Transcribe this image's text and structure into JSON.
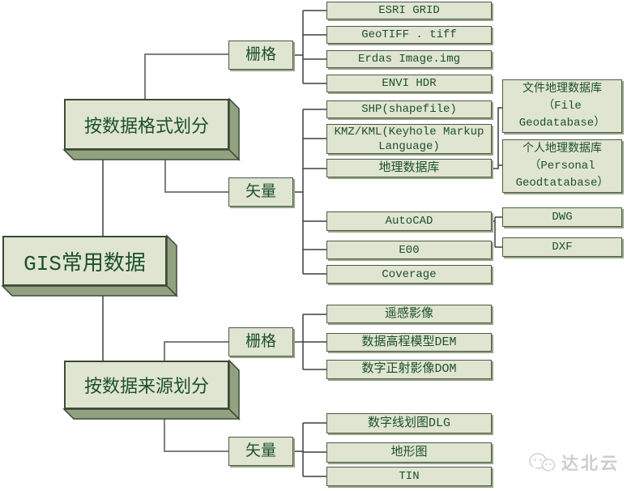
{
  "root": {
    "label": "GIS常用数据"
  },
  "format_branch": {
    "label": "按数据格式划分",
    "raster": {
      "label": "栅格",
      "leaves": [
        "ESRI GRID",
        "GeoTIFF . tiff",
        "Erdas Image.img",
        "ENVI HDR"
      ]
    },
    "vector": {
      "label": "矢量",
      "leaves": [
        "SHP(shapefile)",
        "KMZ/KML(Keyhole Markup Language)",
        "地理数据库",
        "AutoCAD",
        "E00",
        "Coverage"
      ]
    },
    "geodatabase_types": [
      "文件地理数据库（File Geodatabase）",
      "个人地理数据库（Personal Geodtatabase）"
    ],
    "autocad_formats": [
      "DWG",
      "DXF"
    ]
  },
  "source_branch": {
    "label": "按数据来源划分",
    "raster": {
      "label": "栅格",
      "leaves": [
        "遥感影像",
        "数据高程模型DEM",
        "数字正射影像DOM"
      ]
    },
    "vector": {
      "label": "矢量",
      "leaves": [
        "数字线划图DLG",
        "地形图",
        "TIN"
      ]
    }
  },
  "watermark": {
    "label": "达北云",
    "logo": "chat-bubbles-logo"
  },
  "colors": {
    "box_fill": "#dfe5d1",
    "box_border": "#4c5a46",
    "box_border_dark": "#3c4a38",
    "extrusion": "#92a281",
    "text": "#1d4f2e",
    "connector_dark": "#3f3f3f",
    "connector_gray": "#7e7e7e",
    "watermark": "#cdcdcd"
  }
}
